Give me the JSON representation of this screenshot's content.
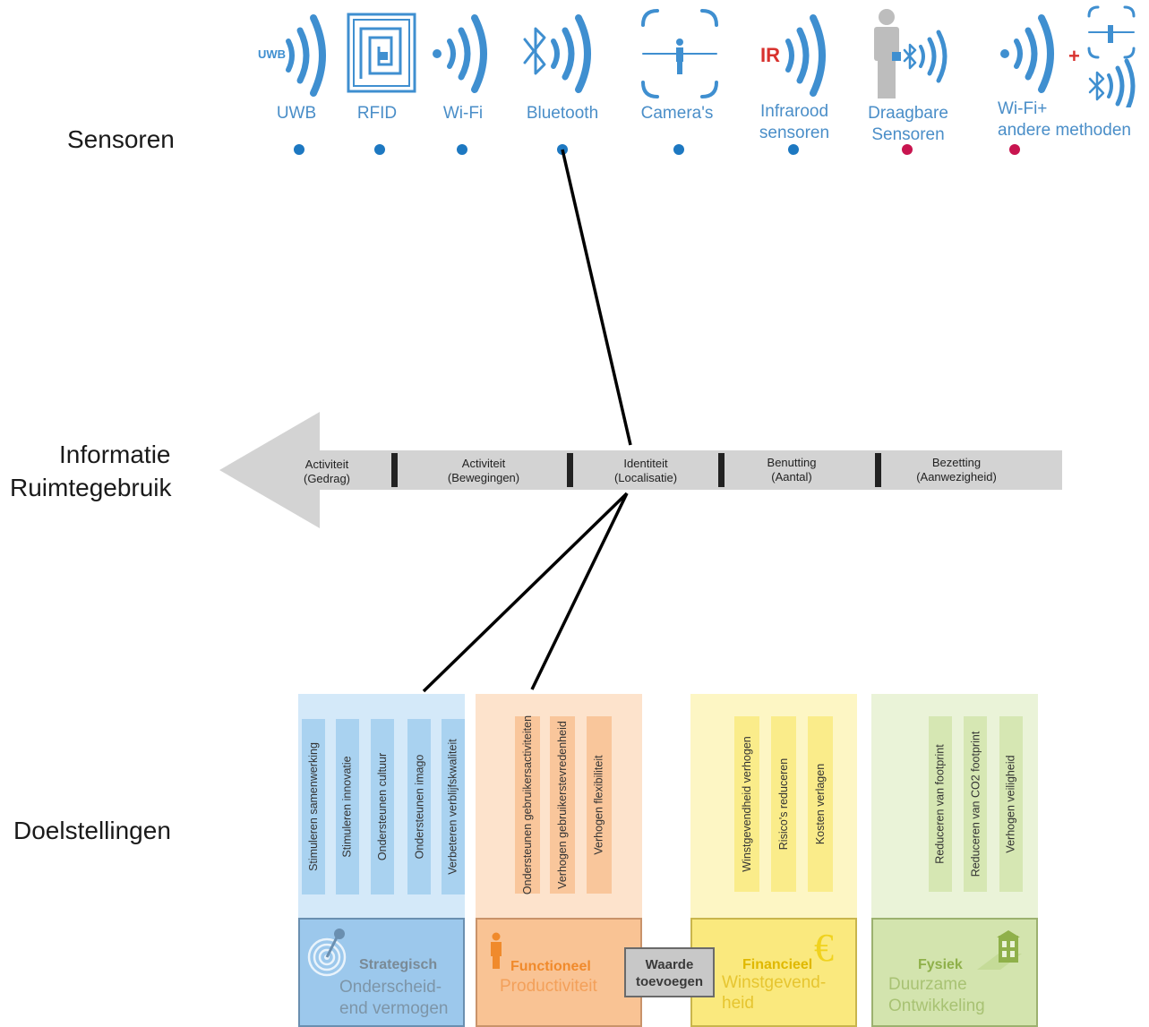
{
  "rows": {
    "sensors": "Sensoren",
    "info_line1": "Informatie",
    "info_line2": "Ruimtegebruik",
    "goals": "Doelstellingen"
  },
  "sensors": [
    {
      "label": "UWB",
      "icon": "uwb-signal-icon",
      "badge": "UWB",
      "dot": "#1d78c1"
    },
    {
      "label": "RFID",
      "icon": "rfid-tag-icon",
      "dot": "#1d78c1"
    },
    {
      "label": "Wi-Fi",
      "icon": "wifi-signal-icon",
      "dot": "#1d78c1"
    },
    {
      "label": "Bluetooth",
      "icon": "bluetooth-signal-icon",
      "dot": "#1d78c1"
    },
    {
      "label": "Camera's",
      "icon": "camera-frame-icon",
      "dot": "#1d78c1"
    },
    {
      "label_line1": "Infrarood",
      "label_line2": "sensoren",
      "icon": "infrared-signal-icon",
      "badge": "IR",
      "dot": "#1d78c1"
    },
    {
      "label_line1": "Draagbare",
      "label_line2": "Sensoren",
      "icon": "wearable-person-icon",
      "dot": "#c8144f"
    },
    {
      "label_line1": "Wi-Fi+",
      "label_line2": "andere methoden",
      "icon": "combined-methods-icon",
      "plus": "+",
      "dot": "#c8144f"
    }
  ],
  "info_arrow": {
    "color": "#d3d3d3",
    "segments": [
      {
        "line1": "Activiteit",
        "line2": "(Gedrag)"
      },
      {
        "line1": "Activiteit",
        "line2": "(Bewegingen)"
      },
      {
        "line1": "Identiteit",
        "line2": "(Localisatie)"
      },
      {
        "line1": "Benutting",
        "line2": "(Aantal)"
      },
      {
        "line1": "Bezetting",
        "line2": "(Aanwezigheid)"
      }
    ]
  },
  "goals": [
    {
      "title": "Strategisch",
      "sub1": "Onderscheid-",
      "sub2": "end vermogen",
      "icon": "target-pin-icon",
      "colors": {
        "bg": "#d4e9f9",
        "bar": "#a9d2f0",
        "box": "#9cc8ec",
        "title": "#7a8a96",
        "sub": "#7d95a8"
      },
      "items": [
        "Stimuleren samenwerking",
        "Stimuleren innovatie",
        "Ondersteunen cultuur",
        "Ondersteunen imago",
        "Verbeteren verblijfskwaliteit"
      ]
    },
    {
      "title": "Functioneel",
      "sub1": "Productiviteit",
      "icon": "person-icon",
      "colors": {
        "bg": "#fde3cc",
        "bar": "#f9c69b",
        "box": "#f9c394",
        "title": "#f08a2c",
        "sub": "#f3a05a"
      },
      "items": [
        "Ondersteunen gebruikersactiviteiten",
        "Verhogen gebruikerstevredenheid",
        "Verhogen flexibiliteit"
      ]
    },
    {
      "title": "Financieel",
      "sub1": "Winstgevend-",
      "sub2": "heid",
      "icon": "euro-icon",
      "euro": "€",
      "colors": {
        "bg": "#fdf6c4",
        "bar": "#faec8a",
        "box": "#fae97e",
        "title": "#e0b800",
        "sub": "#e6c530"
      },
      "items": [
        "Winstgevendheid verhogen",
        "Risico's reduceren",
        "Kosten verlagen"
      ]
    },
    {
      "title": "Fysiek",
      "sub1": "Duurzame",
      "sub2": "Ontwikkeling",
      "icon": "building-icon",
      "colors": {
        "bg": "#eaf3d8",
        "bar": "#d6e7b3",
        "box": "#d3e4ae",
        "title": "#8fb04a",
        "sub": "#a8c273"
      },
      "items": [
        "Reduceren van footprint",
        "Reduceren van CO2 footprint",
        "Verhogen veiligheid"
      ]
    }
  ],
  "value_button": {
    "line1": "Waarde",
    "line2": "toevoegen"
  }
}
